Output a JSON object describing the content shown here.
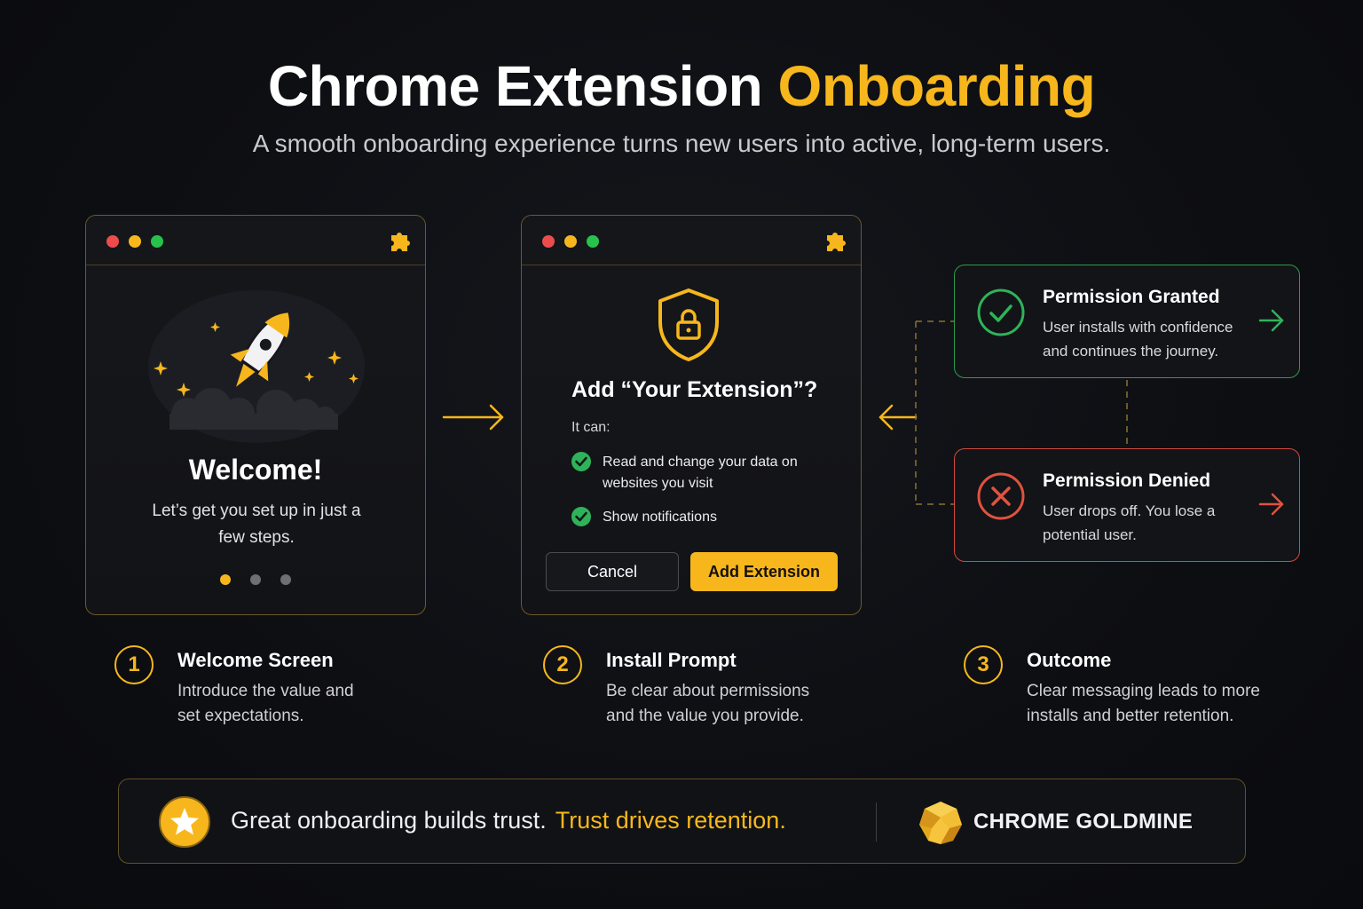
{
  "header": {
    "title_main": "Chrome Extension",
    "title_accent": "Onboarding",
    "subtitle": "A smooth onboarding experience turns new users into active, long-term users."
  },
  "welcome_window": {
    "title": "Welcome!",
    "text": "Let’s get you set up in just a few steps.",
    "pager_count": 3,
    "pager_active": 1,
    "icons": [
      "rocket-icon",
      "puzzle-icon"
    ]
  },
  "install_window": {
    "title": "Add “Your Extension”?",
    "can_label": "It can:",
    "permissions": [
      "Read and change your data on websites you visit",
      "Show notifications"
    ],
    "cancel_label": "Cancel",
    "add_label": "Add Extension",
    "icons": [
      "shield-lock-icon",
      "puzzle-icon"
    ]
  },
  "outcomes": {
    "granted": {
      "title": "Permission Granted",
      "text": "User installs with confidence and continues the journey.",
      "color": "#2fb35a"
    },
    "denied": {
      "title": "Permission Denied",
      "text": "User drops off. You lose a potential user.",
      "color": "#e0523f"
    }
  },
  "steps": [
    {
      "num": "1",
      "title": "Welcome Screen",
      "text": "Introduce the value and set expectations."
    },
    {
      "num": "2",
      "title": "Install Prompt",
      "text": "Be clear about permissions and the value you provide."
    },
    {
      "num": "3",
      "title": "Outcome",
      "text": "Clear messaging leads to more installs and better retention."
    }
  ],
  "footer": {
    "message": "Great onboarding builds trust.",
    "highlight": "Trust drives retention.",
    "brand": "CHROME GOLDMINE"
  },
  "colors": {
    "accent": "#f7b71c",
    "success": "#2fb35a",
    "danger": "#e0523f",
    "background": "#0d0e12"
  }
}
